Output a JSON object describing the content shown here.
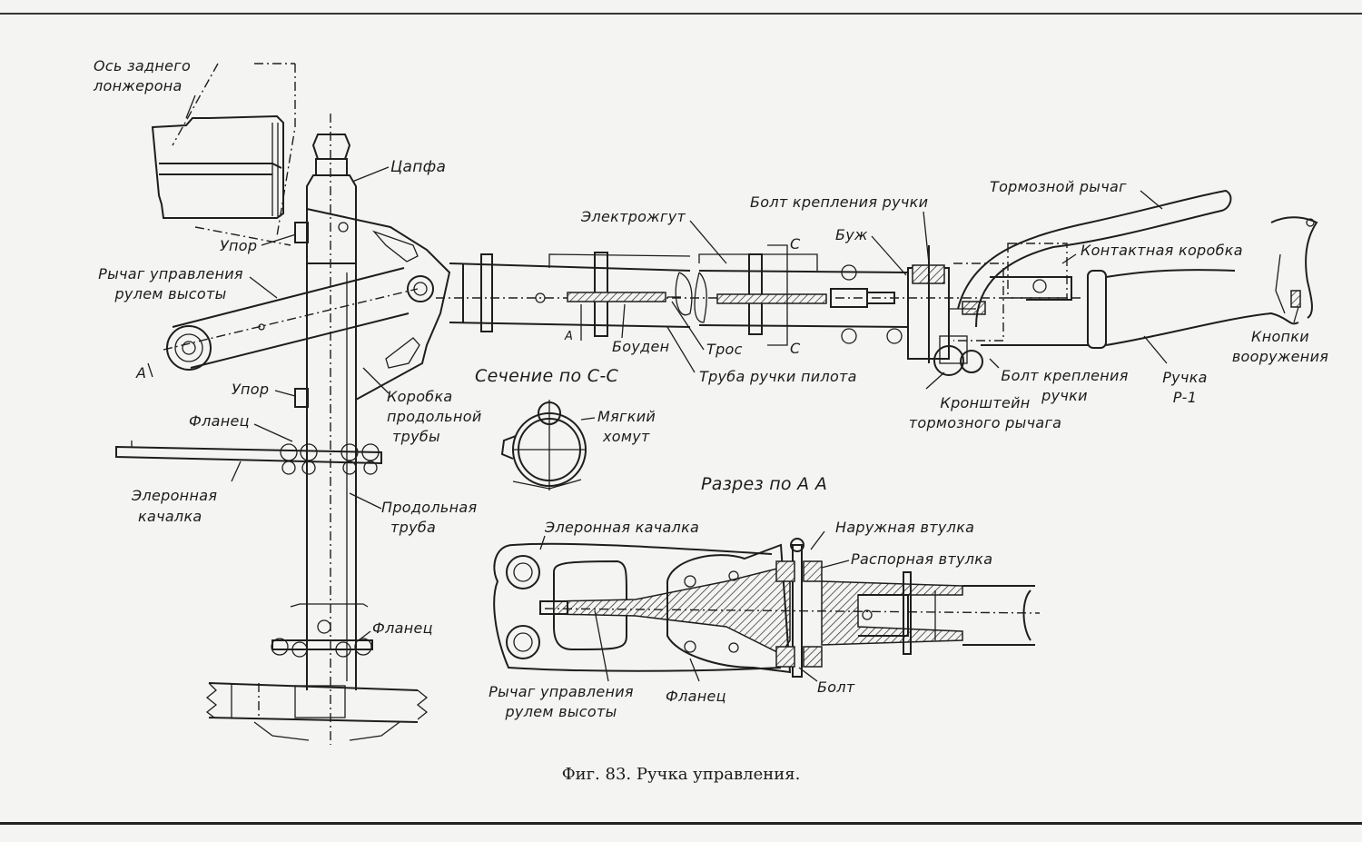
{
  "figure": {
    "caption": "Фиг. 83. Ручка управления.",
    "ink_color": "#1e1e1e",
    "paper_color": "#f4f4f2"
  },
  "labels": {
    "rear_spar_axis": [
      "Ось заднего",
      "лонжерона"
    ],
    "trunnion": "Цапфа",
    "stop_top": "Упор",
    "elevator_lever": [
      "Рычаг управления",
      "рулем высоты"
    ],
    "section_a_mark": "А",
    "stop_bottom": "Упор",
    "longitudinal_tube_box": [
      "Коробка",
      "продольной",
      "трубы"
    ],
    "flange_left": "Фланец",
    "aileron_rocker": [
      "Элеронная",
      "качалка"
    ],
    "longitudinal_tube": [
      "Продольная",
      "труба"
    ],
    "flange_lower": "Фланец",
    "wiring_harness": "Электрожгут",
    "bowden": "Боуден",
    "cable": "Трос",
    "pilot_stick_tube": "Труба ручки пилота",
    "section_c_top": "С",
    "section_c_bottom": "С",
    "section_a_lower": "А",
    "handle_bolt_top": "Болт крепления ручки",
    "bushing": "Буж",
    "brake_lever": "Тормозной рычаг",
    "contact_box": "Контактная коробка",
    "handle_bolt_bottom": [
      "Болт крепления",
      "ручки"
    ],
    "brake_lever_bracket": [
      "Кронштейн",
      "тормозного рычага"
    ],
    "handle": [
      "Ручка",
      "Р-1"
    ],
    "weapon_buttons": [
      "Кнопки",
      "вооружения"
    ]
  },
  "section_cc": {
    "title": "Сечение по С-С",
    "soft_clamp": [
      "Мягкий",
      "хомут"
    ]
  },
  "section_aa": {
    "title": "Разрез по А А",
    "aileron_rocker": "Элеронная качалка",
    "outer_bushing": "Наружная втулка",
    "spacer_bushing": "Распорная втулка",
    "elevator_lever": [
      "Рычаг управления",
      "рулем высоты"
    ],
    "flange": "Фланец",
    "bolt": "Болт"
  }
}
